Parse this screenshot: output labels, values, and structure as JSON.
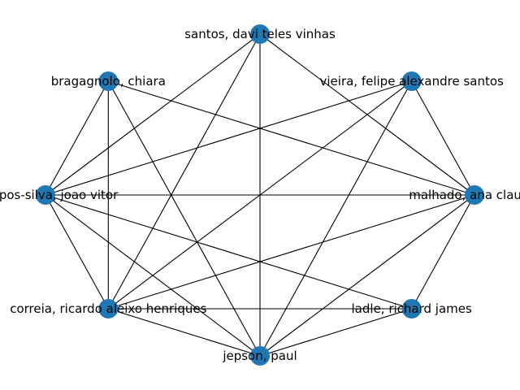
{
  "graph": {
    "node_color": "#1f77b4",
    "edge_color": "#000000",
    "nodes": [
      {
        "id": "santos",
        "label": "santos, davi teles vinhas"
      },
      {
        "id": "vieira",
        "label": "vieira, felipe alexandre santos"
      },
      {
        "id": "malhado",
        "label": "malhado, ana claudia"
      },
      {
        "id": "ladle",
        "label": "ladle, richard james"
      },
      {
        "id": "jepson",
        "label": "jepson, paul"
      },
      {
        "id": "correia",
        "label": "correia, ricardo aleixo henriques"
      },
      {
        "id": "campos",
        "label": "campos-silva, joao vitor"
      },
      {
        "id": "bragagnolo",
        "label": "bragagnolo, chiara"
      }
    ],
    "edges": [
      [
        "santos",
        "malhado"
      ],
      [
        "santos",
        "jepson"
      ],
      [
        "santos",
        "correia"
      ],
      [
        "santos",
        "campos"
      ],
      [
        "vieira",
        "malhado"
      ],
      [
        "vieira",
        "jepson"
      ],
      [
        "vieira",
        "correia"
      ],
      [
        "vieira",
        "campos"
      ],
      [
        "malhado",
        "ladle"
      ],
      [
        "malhado",
        "jepson"
      ],
      [
        "malhado",
        "correia"
      ],
      [
        "malhado",
        "campos"
      ],
      [
        "malhado",
        "bragagnolo"
      ],
      [
        "ladle",
        "jepson"
      ],
      [
        "ladle",
        "correia"
      ],
      [
        "ladle",
        "campos"
      ],
      [
        "jepson",
        "correia"
      ],
      [
        "jepson",
        "campos"
      ],
      [
        "jepson",
        "bragagnolo"
      ],
      [
        "correia",
        "campos"
      ],
      [
        "correia",
        "bragagnolo"
      ],
      [
        "campos",
        "bragagnolo"
      ]
    ]
  }
}
